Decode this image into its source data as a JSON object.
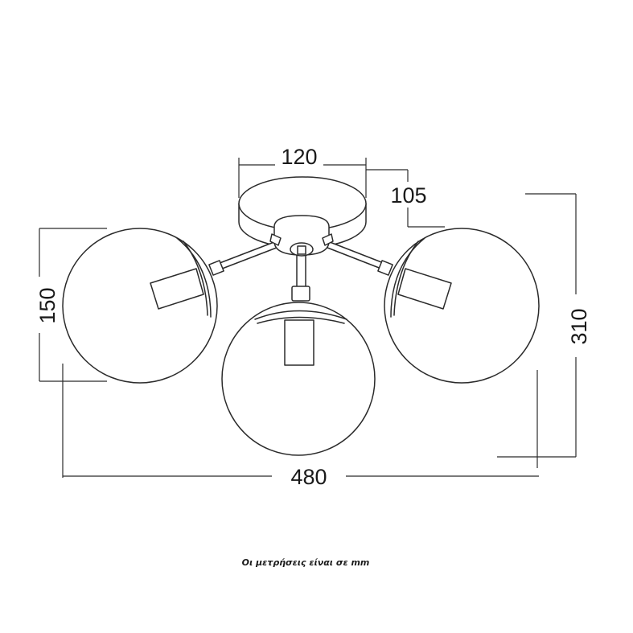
{
  "dimensions": {
    "canopy_width": "120",
    "canopy_offset": "105",
    "globe_diameter": "150",
    "total_height": "310",
    "total_width": "480"
  },
  "note": "Οι μετρήσεις είναι σε mm"
}
